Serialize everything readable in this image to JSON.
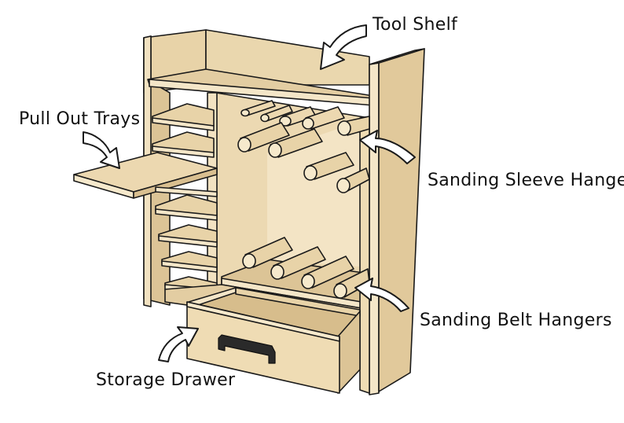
{
  "labels": {
    "tool_shelf": "Tool Shelf",
    "pull_out_trays": "Pull Out Trays",
    "sanding_sleeve_hangers": "Sanding Sleeve Hangers",
    "sanding_belt_hangers": "Sanding Belt Hangers",
    "storage_drawer": "Storage Drawer"
  },
  "colors": {
    "plywood_face": "#efdcb4",
    "plywood_side": "#dcc496",
    "plywood_shadow": "#c9ad7d",
    "plywood_edge": "#f6e9cc",
    "outline": "#1a1a1a",
    "handle": "#2a2a2a",
    "arrow_fill": "#ffffff"
  }
}
